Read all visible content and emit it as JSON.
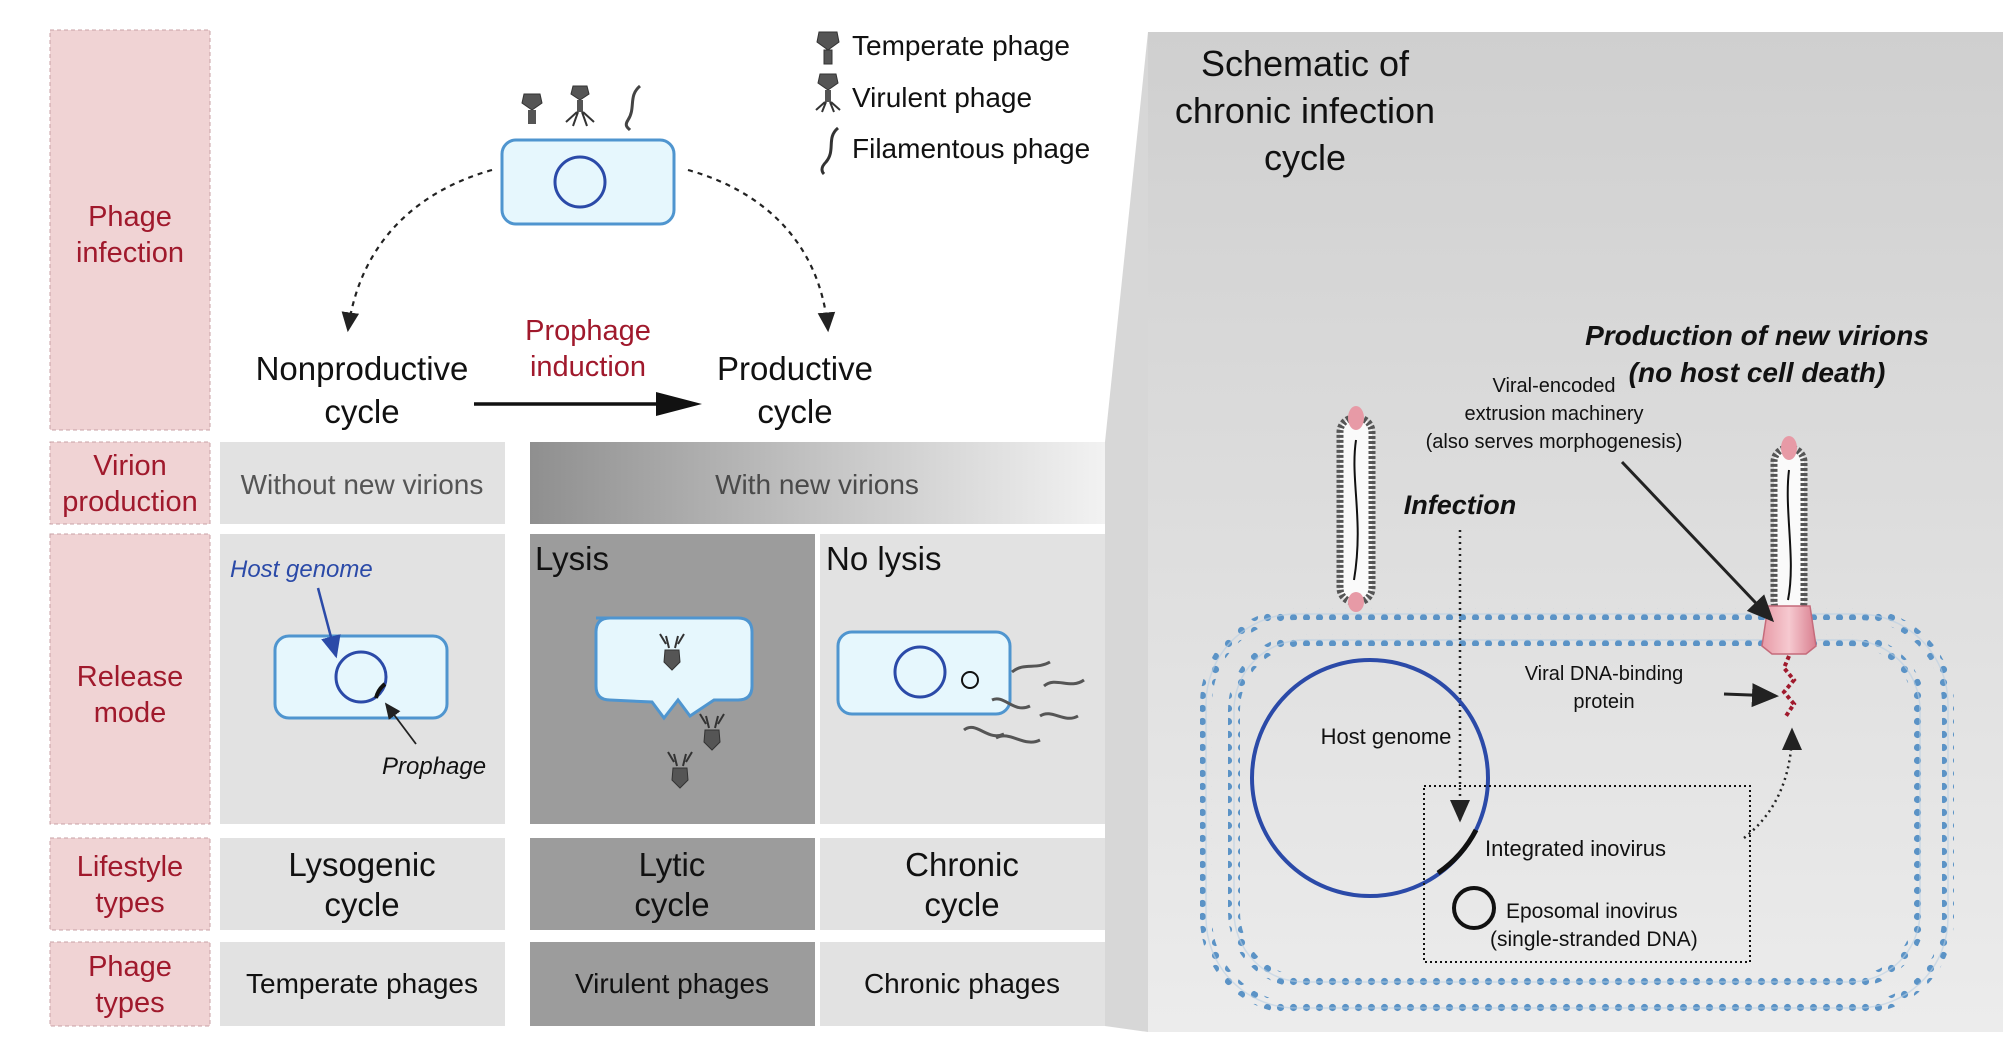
{
  "row_labels": {
    "phage_infection": [
      "Phage",
      "infection"
    ],
    "virion_production": [
      "Virion",
      "production"
    ],
    "release_mode": [
      "Release",
      "mode"
    ],
    "lifestyle_types": [
      "Lifestyle",
      "types"
    ],
    "phage_types": [
      "Phage",
      "types"
    ]
  },
  "legend": {
    "temperate": "Temperate phage",
    "virulent": "Virulent phage",
    "filamentous": "Filamentous phage"
  },
  "cycles": {
    "nonproductive": [
      "Nonproductive",
      "cycle"
    ],
    "productive": [
      "Productive",
      "cycle"
    ],
    "induction": [
      "Prophage",
      "induction"
    ]
  },
  "virion_production": {
    "without": "Without new virions",
    "with": "With new virions"
  },
  "release_mode": {
    "host_genome": "Host genome",
    "prophage": "Prophage",
    "lysis": "Lysis",
    "no_lysis": "No lysis"
  },
  "lifestyle": {
    "lysogenic": [
      "Lysogenic",
      "cycle"
    ],
    "lytic": [
      "Lytic",
      "cycle"
    ],
    "chronic": [
      "Chronic",
      "cycle"
    ]
  },
  "phage_types": {
    "temperate": "Temperate phages",
    "virulent": "Virulent phages",
    "chronic": "Chronic phages"
  },
  "schematic": {
    "title": [
      "Schematic of",
      "chronic infection",
      "cycle"
    ],
    "production": [
      "Production of new virions",
      "(no host cell death)"
    ],
    "machinery": [
      "Viral-encoded",
      "extrusion machinery",
      "(also serves morphogenesis)"
    ],
    "infection": "Infection",
    "dna_binding": [
      "Viral DNA-binding",
      "protein"
    ],
    "host_genome": "Host genome",
    "integrated": "Integrated inovirus",
    "episomal": [
      "Eposomal inovirus",
      "(single-stranded DNA)"
    ]
  },
  "colors": {
    "label_box": "#f0d3d4",
    "label_text": "#a0192c",
    "cell_fill": "#e6f7fd",
    "cell_stroke": "#4f95cf",
    "genome": "#2b4aa8",
    "panel": "#dcdcdc",
    "lytic_dark": "#9c9c9c"
  }
}
